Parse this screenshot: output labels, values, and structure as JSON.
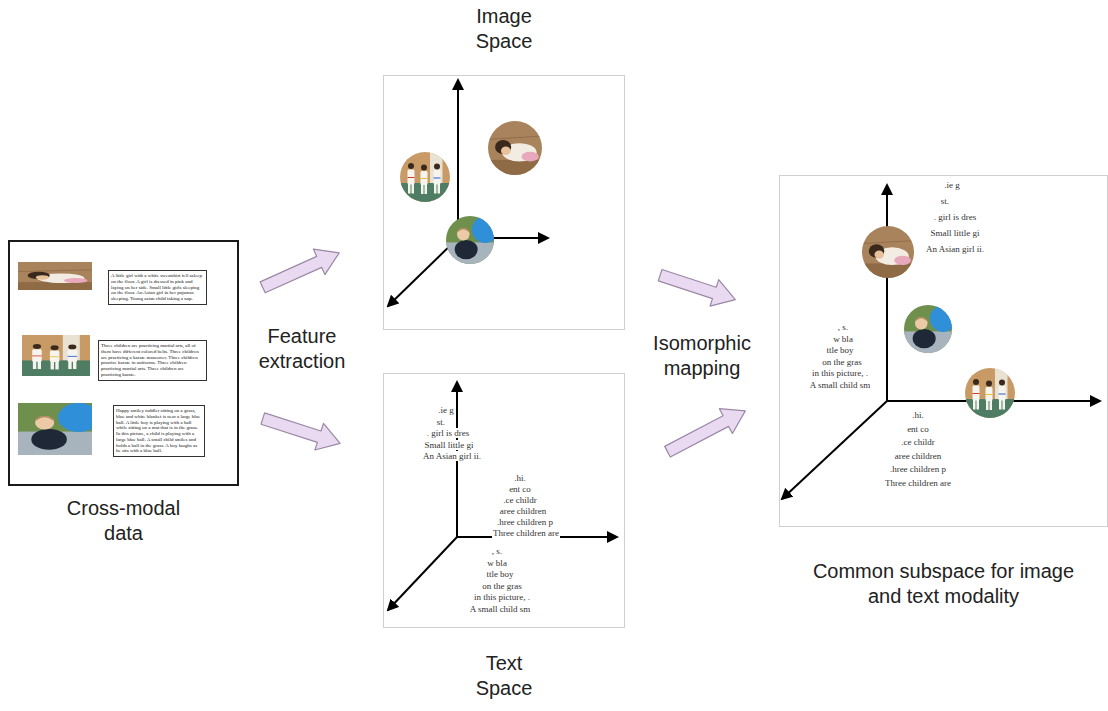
{
  "diagram": {
    "nodes": [
      {
        "text": [
          "Cross-modal data"
        ]
      },
      {
        "text": [
          "A little girl with a white sweatshirt fell asleep on the floor. A girl is dressed in pink and laying on her side. Small little girls sleeping on the floor. An Asian girl in her pajamas sleeping. Young asian child taking a nap."
        ],
        "in": 0
      },
      {
        "text": [
          "Three children are practicing martial arts, all of them have different colored belts. Three children are practicing a karate maneuver. Three children practice karate in uniforms. Three children practicing martial arts. Three children are practicing karate."
        ],
        "in": 0
      },
      {
        "text": [
          "Happy smiley toddler sitting on a grass, blue and white blanket is near a large blue ball. A little boy is playing with a ball while sitting on a mat that is in the grass. In this picture, a child is playing with a large blue ball. A small child smiles and holds a ball in the grass. A boy laughs as he sits with a blue ball."
        ],
        "in": 0
      },
      {
        "text": [
          "Image Space"
        ]
      },
      {
        "text": [
          "Text Space"
        ]
      },
      {
        "text": [
          "Common subspace for image and text modality"
        ]
      }
    ],
    "edges": [
      {
        "from": 0,
        "to": 4,
        "arrow": "to"
      },
      {
        "from": 0,
        "to": 5,
        "arrow": "to"
      },
      {
        "from": 4,
        "to": 6,
        "arrow": "to"
      },
      {
        "from": 5,
        "to": 6,
        "arrow": "to"
      }
    ],
    "labels": [
      "Feature extraction",
      "Isomorphic mapping",
      ".ie g",
      "st.",
      ". girl is dres",
      "Small little gi",
      "An Asian girl ii.",
      ".hi.",
      "ent co",
      ".ce childr",
      "aree children",
      ".hree children p",
      "Three children are",
      ", s.",
      "w bla",
      "ttle boy",
      "on the gras",
      "in this picture, .",
      "A small child sm",
      ".ie g",
      "st.",
      ". girl is dres",
      "Small little gi",
      "An Asian girl ii.",
      ", s.",
      "w bla",
      "ttle boy",
      "on the gras",
      "in this picture, .",
      "A small child sm",
      ".hi.",
      "ent co",
      ".ce childr",
      "aree children",
      ".hree children p",
      "Three children are"
    ]
  }
}
